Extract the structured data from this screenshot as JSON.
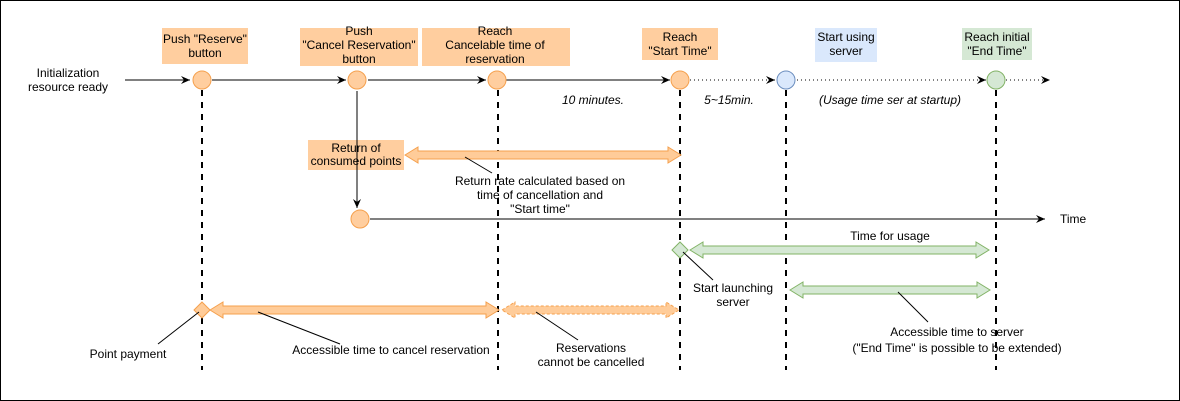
{
  "labels": {
    "init": [
      "Initialization",
      "resource ready"
    ],
    "push_reserve": [
      "Push \"Reserve\"",
      "button"
    ],
    "push_cancel": [
      "Push",
      "\"Cancel Reservation\"",
      "button"
    ],
    "reach_cancelable": [
      "Reach",
      "Cancelable time of",
      "reservation"
    ],
    "reach_start": [
      "Reach",
      "\"Start Time\""
    ],
    "start_using": [
      "Start using",
      "server"
    ],
    "reach_end": [
      "Reach initial",
      "\"End Time\""
    ],
    "ten_minutes": "10 minutes.",
    "five_fifteen": "5~15min.",
    "usage_time_set": "(Usage time ser at startup)",
    "return_points": [
      "Return of",
      "consumed points"
    ],
    "return_rate": [
      "Return rate calculated based on",
      "time of cancellation and",
      "\"Start time\""
    ],
    "time_axis": "Time",
    "time_for_usage": "Time for usage",
    "start_launching": [
      "Start launching",
      "server"
    ],
    "accessible_server": [
      "Accessible time to server",
      "(\"End Time\" is possible to be extended)"
    ],
    "point_payment": "Point payment",
    "accessible_cancel": "Accessible time to cancel reservation",
    "cannot_cancel": [
      "Reservations",
      "cannot be cancelled"
    ]
  },
  "colors": {
    "orange_fill": "#ffce9f",
    "orange_stroke": "#f5a04d",
    "orange_arrow_fill": "#ffcc99",
    "blue_fill": "#dae8fc",
    "blue_stroke": "#6c8ebf",
    "green_fill": "#d5e8d4",
    "green_stroke": "#82b366",
    "label_orange_bg": "#ffce9f",
    "label_blue_bg": "#dae8fc",
    "label_green_bg": "#d5e8d4"
  }
}
